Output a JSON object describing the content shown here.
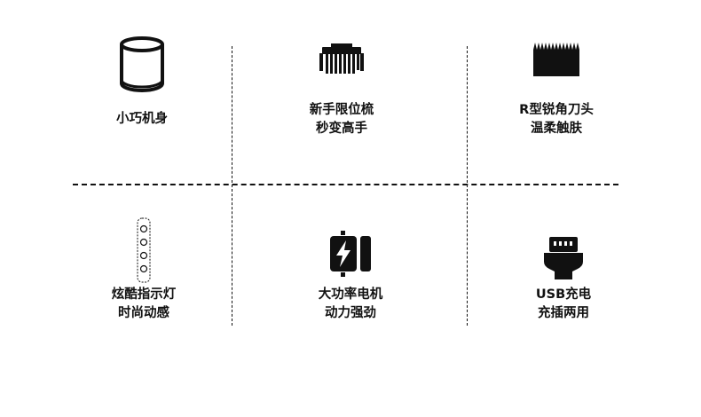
{
  "features": [
    {
      "icon": "cylinder-body-icon",
      "lines": [
        "小巧机身"
      ]
    },
    {
      "icon": "limit-comb-icon",
      "lines": [
        "新手限位梳",
        "秒变高手"
      ]
    },
    {
      "icon": "blade-head-icon",
      "lines": [
        "R型锐角刀头",
        "温柔触肤"
      ]
    },
    {
      "icon": "indicator-lights-icon",
      "lines": [
        "炫酷指示灯",
        "时尚动感"
      ]
    },
    {
      "icon": "motor-power-icon",
      "lines": [
        "大功率电机",
        "动力强劲"
      ]
    },
    {
      "icon": "usb-connector-icon",
      "lines": [
        "USB充电",
        "充插两用"
      ]
    }
  ]
}
